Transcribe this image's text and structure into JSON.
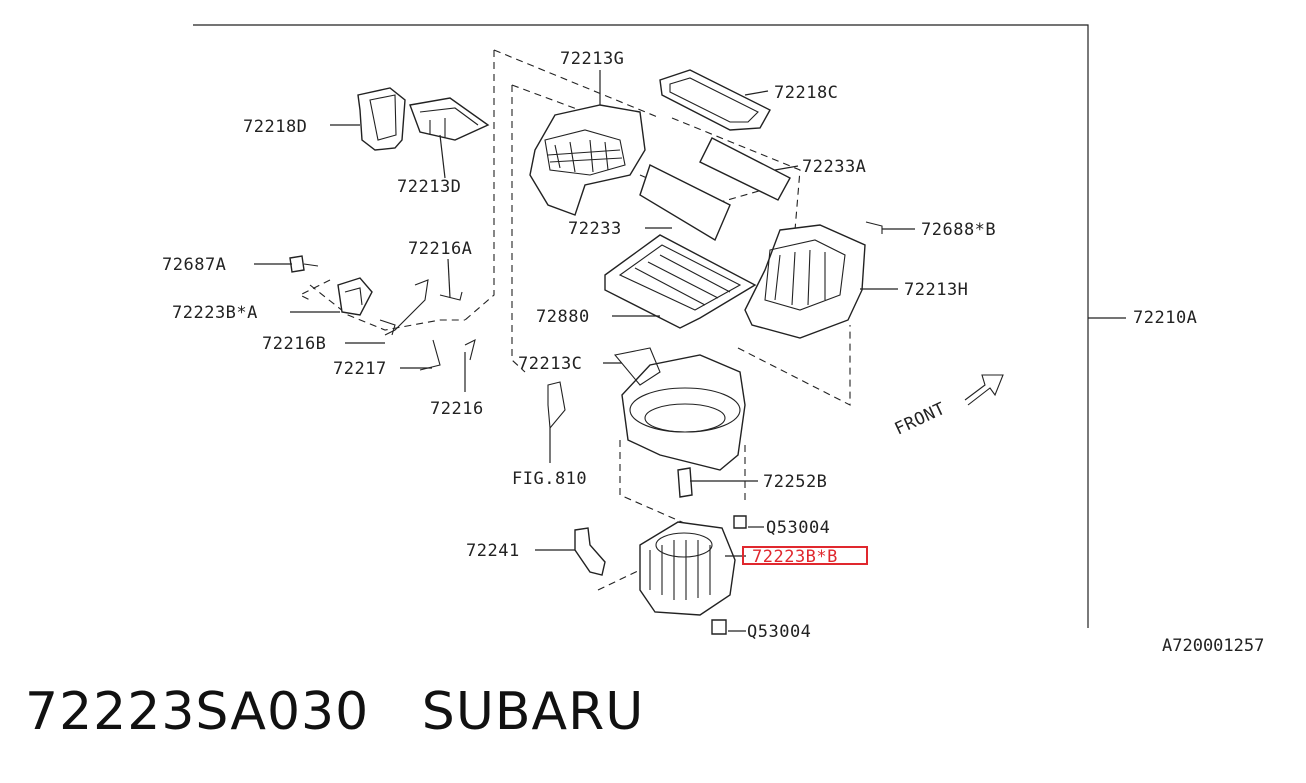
{
  "labels": {
    "l72213G": "72213G",
    "l72218C": "72218C",
    "l72218D": "72218D",
    "l72213D": "72213D",
    "l72233A": "72233A",
    "l72233": "72233",
    "l72688B": "72688*B",
    "l72216A": "72216A",
    "l72687A": "72687A",
    "l72213H": "72213H",
    "l72223BA": "72223B*A",
    "l72880": "72880",
    "l72210A": "72210A",
    "l72216B": "72216B",
    "l72213C": "72213C",
    "l72217": "72217",
    "l72216": "72216",
    "front": "FRONT",
    "fig810": "FIG.810",
    "l72252B": "72252B",
    "lQ53004a": "Q53004",
    "l72241": "72241",
    "l72223BB": "72223B*B",
    "lQ53004b": "Q53004"
  },
  "diagram_code": "A720001257",
  "highlight_color": "#e0282e",
  "part_title": "72223SA030   SUBARU"
}
